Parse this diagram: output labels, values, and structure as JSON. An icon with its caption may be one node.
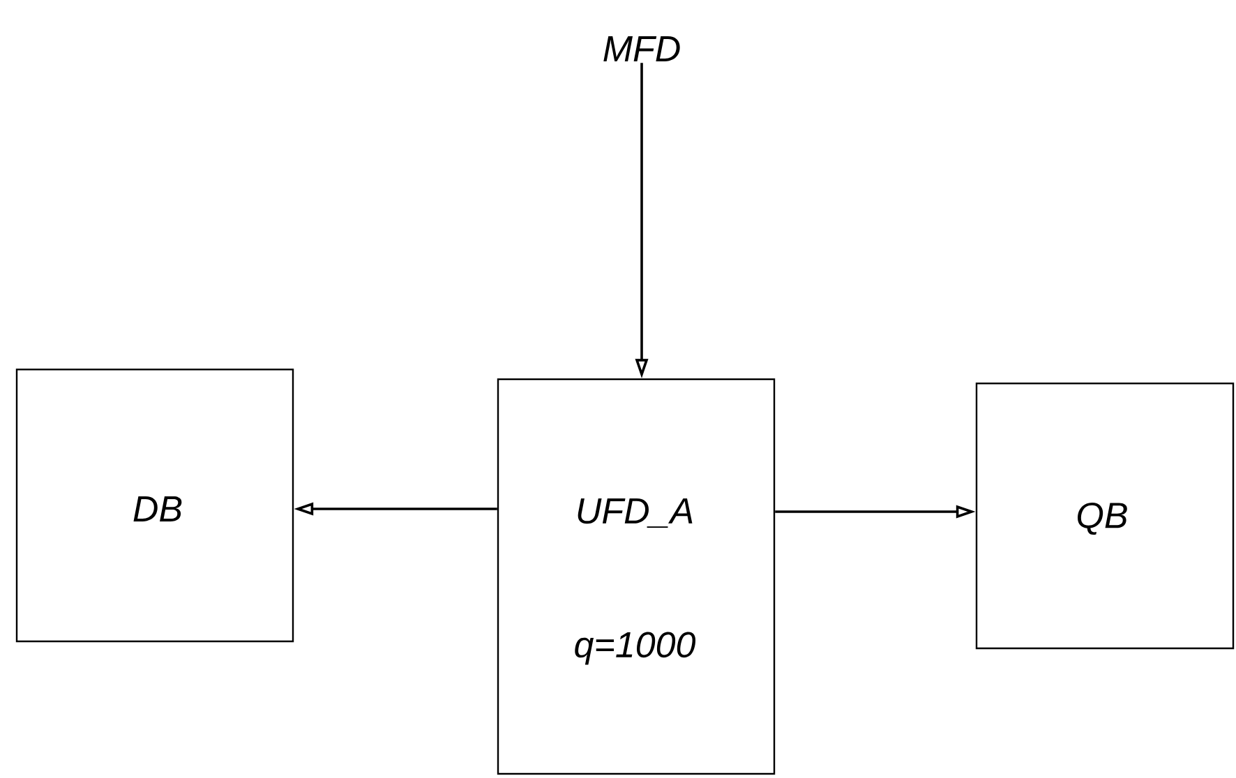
{
  "diagram": {
    "nodes": [
      {
        "text": [
          "MFD"
        ]
      },
      {
        "text": [
          "UFD_A",
          "q=1000"
        ]
      },
      {
        "text": [
          "DB"
        ]
      },
      {
        "text": [
          "QB"
        ]
      }
    ],
    "edges": [
      {
        "from": 0,
        "to": 1,
        "arrow": "to"
      },
      {
        "from": 1,
        "to": 2,
        "arrow": "to"
      },
      {
        "from": 1,
        "to": 3,
        "arrow": "to"
      }
    ]
  }
}
